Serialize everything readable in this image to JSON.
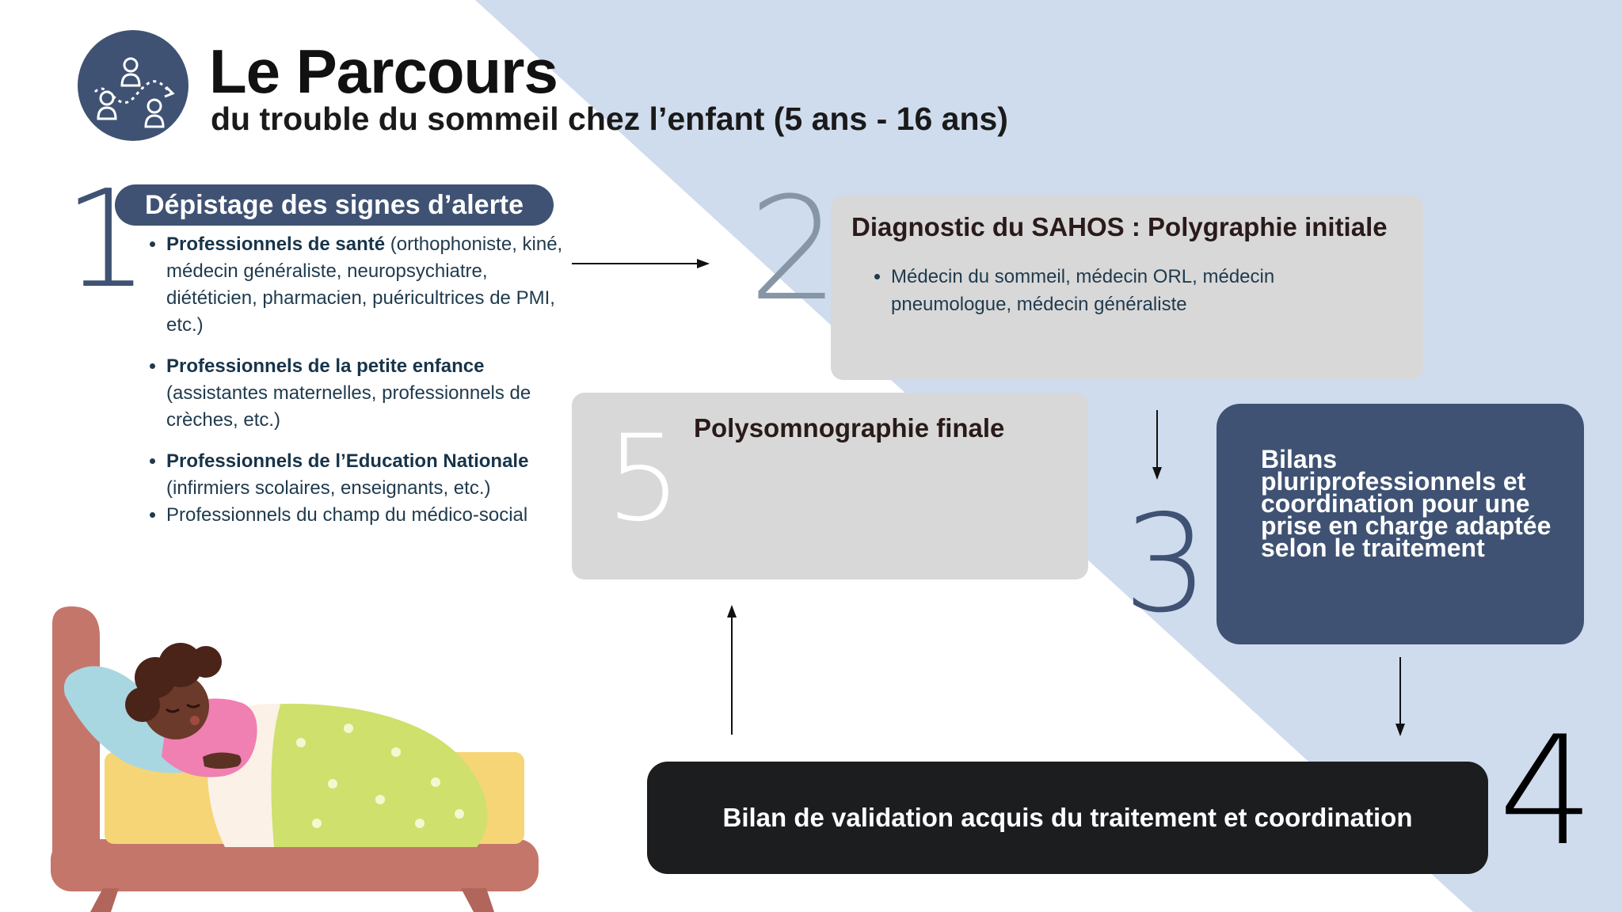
{
  "header": {
    "title": "Le Parcours",
    "subtitle": "du trouble du sommeil chez l’enfant (5 ans - 16 ans)",
    "logo_icon": "people-path-icon"
  },
  "colors": {
    "navy": "#3f5273",
    "light_blue_bg": "#cfdcee",
    "grey_box": "#d8d8d8",
    "dark_box": "#1c1d1f"
  },
  "step1": {
    "number": "1",
    "title": "Dépistage des signes d’alerte",
    "items": [
      {
        "bold": "Professionnels de santé",
        "rest": " (orthophoniste, kiné, médecin généraliste, neuropsychiatre, diététicien, pharmacien, puéricultrices de PMI, etc.)"
      },
      {
        "bold": "Professionnels de la petite enfance",
        "rest": " (assistantes maternelles, professionnels de crèches, etc.)"
      },
      {
        "bold": "Professionnels de l’Education Nationale",
        "rest": " (infirmiers scolaires, enseignants, etc.)"
      },
      {
        "bold": "",
        "rest": "Professionnels du champ du médico-social"
      }
    ]
  },
  "step2": {
    "number": "2",
    "title": "Diagnostic du SAHOS : Polygraphie initiale",
    "items": [
      "Médecin du sommeil, médecin ORL, médecin pneumologue, médecin généraliste"
    ]
  },
  "step3": {
    "number": "3",
    "text": "Bilans pluriprofessionnels et coordination pour une prise en charge adaptée selon le traitement"
  },
  "step4": {
    "number": "4",
    "text": "Bilan de validation acquis du traitement et coordination"
  },
  "step5": {
    "number": "5",
    "title": "Polysomnographie finale"
  },
  "illustration": {
    "icon": "sleeping-child-on-sofa-illustration"
  }
}
